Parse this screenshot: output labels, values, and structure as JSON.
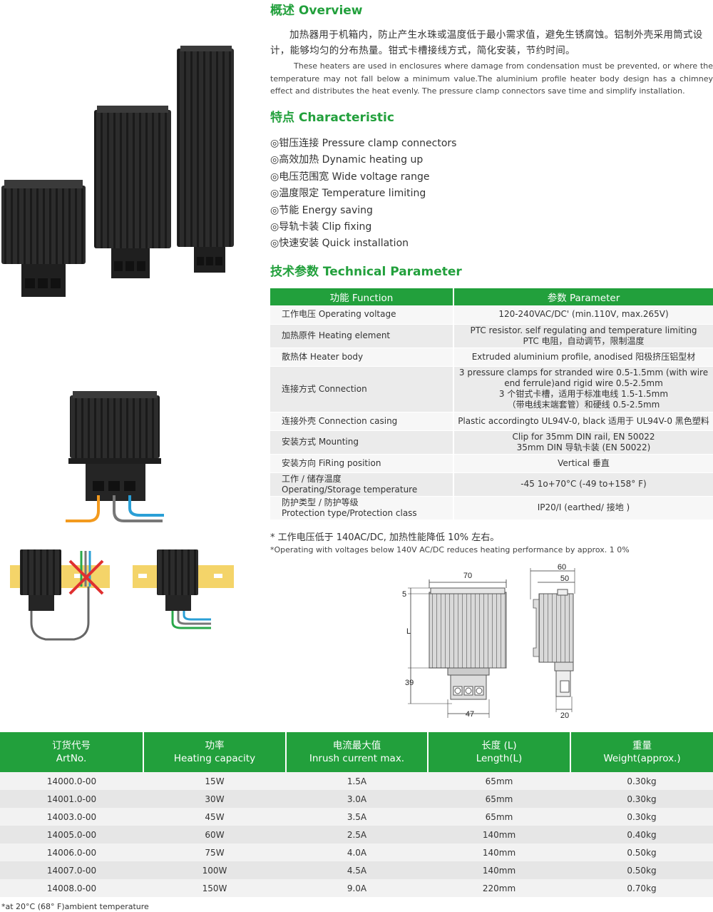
{
  "overview": {
    "title": "概述 Overview",
    "cn": "加热器用于机箱内，防止产生水珠或温度低于最小需求值，避免生锈腐蚀。铝制外壳采用筒式设计，能够均匀的分布热量。钳式卡槽接线方式，简化安装，节约时间。",
    "en": "These heaters are used in enclosures where damage from condensation must be prevented, or where the temperature may not fall below a minimum value.The aluminium profile heater body design has a chimney effect and distributes the heat evenly. The pressure clamp connectors save time and simplify installation."
  },
  "characteristic": {
    "title": "特点 Characteristic",
    "items": [
      "◎钳压连接 Pressure clamp connectors",
      "◎高效加热 Dynamic heating up",
      "◎电压范围宽 Wide voltage range",
      "◎温度限定 Temperature limiting",
      "◎节能 Energy saving",
      "◎导轨卡装 Clip fixing",
      "◎快速安装 Quick installation"
    ]
  },
  "technical": {
    "title": "技术参数 Technical Parameter",
    "header_function": "功能 Function",
    "header_parameter": "参数 Parameter",
    "rows": [
      {
        "k1": "工作电压 Operating voltage",
        "k2": "",
        "v1": "120-240VAC/DC' (min.110V, max.265V)",
        "v2": "",
        "v3": "",
        "v4": ""
      },
      {
        "k1": "加热原件 Heating element",
        "k2": "",
        "v1": "PTC resistor. self regulating and temperature limiting",
        "v2": "PTC 电阻，自动调节，限制温度",
        "v3": "",
        "v4": ""
      },
      {
        "k1": "散热体 Heater body",
        "k2": "",
        "v1": "Extruded aluminium profile, anodised 阳极挤压铝型材",
        "v2": "",
        "v3": "",
        "v4": ""
      },
      {
        "k1": "连接方式 Connection",
        "k2": "",
        "v1": "3 pressure clamps for stranded wire 0.5-1.5mm (with wire",
        "v2": "end ferrule)and rigid wire 0.5-2.5mm",
        "v3": "3 个钳式卡槽，适用于标准电线 1.5-1.5mm",
        "v4": "（带电线末端套管）和硬线 0.5-2.5mm"
      },
      {
        "k1": "连接外壳 Connection casing",
        "k2": "",
        "v1": "Plastic accordingto UL94V-0, black 适用于 UL94V-0 黑色塑料",
        "v2": "",
        "v3": "",
        "v4": ""
      },
      {
        "k1": "安装方式 Mounting",
        "k2": "",
        "v1": "Clip for 35mm DIN rail, EN 50022",
        "v2": "35mm DIN 导轨卡装 (EN 50022)",
        "v3": "",
        "v4": ""
      },
      {
        "k1": "安装方向 FiRing position",
        "k2": "",
        "v1": "Vertical 垂直",
        "v2": "",
        "v3": "",
        "v4": ""
      },
      {
        "k1": "工作 / 储存温度",
        "k2": "Operating/Storage temperature",
        "v1": "-45 1o+70°C (-49 to+158° F)",
        "v2": "",
        "v3": "",
        "v4": ""
      },
      {
        "k1": "防护类型 / 防护等级",
        "k2": "Protection type/Protection class",
        "v1": "IP20/I (earthed/ 接地 )",
        "v2": "",
        "v3": "",
        "v4": ""
      }
    ]
  },
  "notes": {
    "cn": "* 工作电压低于 140AC/DC, 加热性能降低 10% 左右。",
    "en": "*Operating with voltages below 140V AC/DC reduces heating performance by approx. 1 0%"
  },
  "dimensions": {
    "d70": "70",
    "d5": "5",
    "dL": "L",
    "d39": "39",
    "d47": "47",
    "d60": "60",
    "d50": "50",
    "d20": "20"
  },
  "order_table": {
    "headers": [
      {
        "cn": "订货代号",
        "en": "ArtNo."
      },
      {
        "cn": "功率",
        "en": "Heating capacity"
      },
      {
        "cn": "电流最大值",
        "en": "Inrush current max."
      },
      {
        "cn": "长度 (L)",
        "en": "Length(L)"
      },
      {
        "cn": "重量",
        "en": "Weight(approx.)"
      }
    ],
    "rows": [
      [
        "14000.0-00",
        "15W",
        "1.5A",
        "65mm",
        "0.30kg"
      ],
      [
        "14001.0-00",
        "30W",
        "3.0A",
        "65mm",
        "0.30kg"
      ],
      [
        "14003.0-00",
        "45W",
        "3.5A",
        "65mm",
        "0.30kg"
      ],
      [
        "14005.0-00",
        "60W",
        "2.5A",
        "140mm",
        "0.40kg"
      ],
      [
        "14006.0-00",
        "75W",
        "4.0A",
        "140mm",
        "0.50kg"
      ],
      [
        "14007.0-00",
        "100W",
        "4.5A",
        "140mm",
        "0.50kg"
      ],
      [
        "14008.0-00",
        "150W",
        "9.0A",
        "220mm",
        "0.70kg"
      ]
    ]
  },
  "footnote": "*at 20°C (68° F)ambient temperature",
  "colors": {
    "accent": "#22a03c",
    "heater": "#2a2a2a",
    "wire_orange": "#f39a1e",
    "wire_blue": "#2a9fd6",
    "wire_green": "#2aa84a",
    "rail": "#f4d469",
    "cross": "#e03030"
  }
}
